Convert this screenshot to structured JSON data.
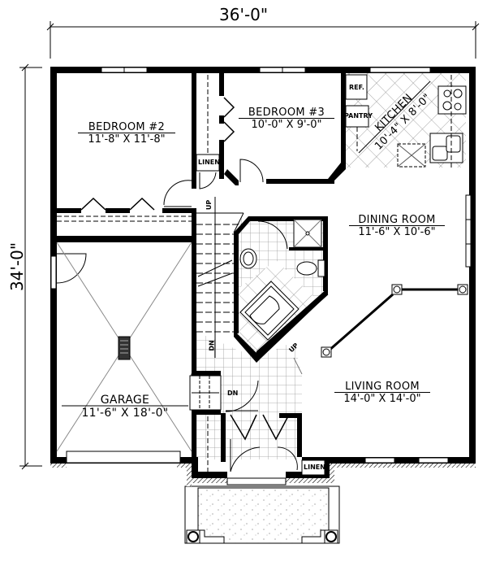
{
  "plan": {
    "overall_width": "36'-0\"",
    "overall_depth": "34'-0\"",
    "rooms": [
      {
        "id": "bedroom2",
        "name": "BEDROOM #2",
        "dims": "11'-8\" X 11'-8\""
      },
      {
        "id": "bedroom3",
        "name": "BEDROOM #3",
        "dims": "10'-0\" X 9'-0\""
      },
      {
        "id": "kitchen",
        "name": "KITCHEN",
        "dims": "10'-4\" X 8'-0\""
      },
      {
        "id": "dining",
        "name": "DINING ROOM",
        "dims": "11'-6\" X 10'-6\""
      },
      {
        "id": "living",
        "name": "LIVING ROOM",
        "dims": "14'-0\" X 14'-0\""
      },
      {
        "id": "garage",
        "name": "GARAGE",
        "dims": "11'-6\" X 18'-0\""
      }
    ],
    "fixtures": {
      "ref": "REF.",
      "pantry": "PANTRY",
      "linen_upper": "LINEN",
      "linen_lower": "LINEN"
    },
    "stair_labels": {
      "up_top": "UP",
      "dn_stair": "DN",
      "up_bath": "UP",
      "dn_entry": "DN"
    }
  }
}
